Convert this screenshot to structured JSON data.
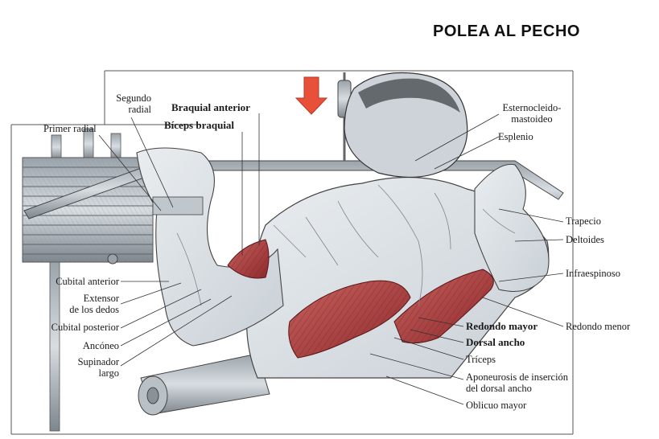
{
  "title": "POLEA AL PECHO",
  "labels": {
    "segundo_radial_1": "Segundo",
    "segundo_radial_2": "radial",
    "primer_radial": "Primer radial",
    "braquial_anterior": "Braquial anterior",
    "biceps_braquial": "Bíceps braquial",
    "esterno_1": "Esternocleido-",
    "esterno_2": "mastoideo",
    "esplenio": "Esplenio",
    "trapecio": "Trapecio",
    "deltoides": "Deltoides",
    "infraespinoso": "Infraespinoso",
    "cubital_anterior": "Cubital anterior",
    "extensor_1": "Extensor",
    "extensor_2": "de los dedos",
    "cubital_posterior": "Cubital posterior",
    "anconeo": "Ancóneo",
    "supinador_1": "Supinador",
    "supinador_2": "largo",
    "redondo_mayor": "Redondo mayor",
    "redondo_menor": "Redondo menor",
    "dorsal_ancho": "Dorsal ancho",
    "triceps": "Tríceps",
    "aponeurosis_1": "Aponeurosis de inserción",
    "aponeurosis_2": "del dorsal ancho",
    "oblicuo_mayor": "Oblicuo mayor"
  },
  "colors": {
    "arrow": "#e8503a",
    "muscle_red": "#b03a3a",
    "ink": "#2a2a2a"
  }
}
